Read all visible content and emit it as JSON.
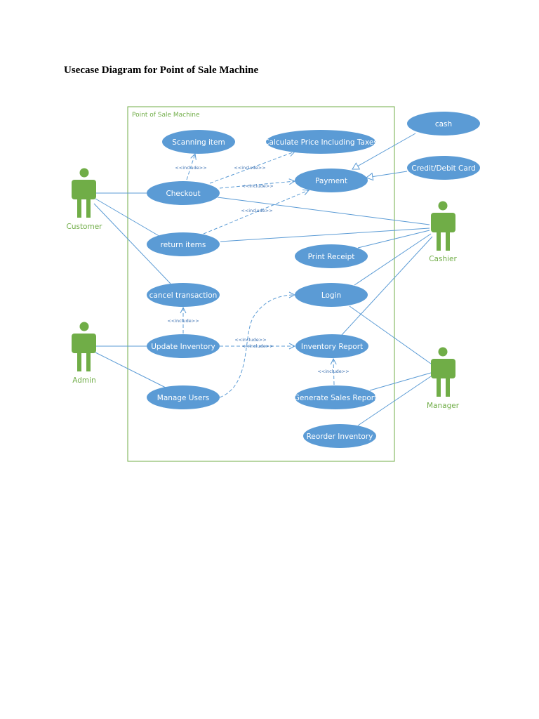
{
  "document": {
    "title": "Usecase Diagram for Point of Sale Machine"
  },
  "diagram": {
    "system_label": "Point of Sale Machine",
    "colors": {
      "usecase_fill": "#5B9BD5",
      "actor": "#70AD47",
      "association_line": "#5B9BD5",
      "boundary": "#70AD47"
    },
    "actors": {
      "customer": "Customer",
      "cashier": "Cashier",
      "admin": "Admin",
      "manager": "Manager"
    },
    "usecases": {
      "scanning_item": "Scanning item",
      "calculate_price": "Calculate Price Including Taxes",
      "checkout": "Checkout",
      "payment": "Payment",
      "cash": "cash",
      "credit_debit": "Credit/Debit Card",
      "return_items": "return items",
      "print_receipt": "Print Receipt",
      "cancel_transaction": "cancel transaction",
      "login": "Login",
      "update_inventory": "Update Inventory",
      "inventory_report": "Inventory Report",
      "manage_users": "Manage Users",
      "generate_sales_report": "Generate Sales Report",
      "reorder_inventory": "Reorder Inventory"
    },
    "include_label": "<<include>>"
  }
}
